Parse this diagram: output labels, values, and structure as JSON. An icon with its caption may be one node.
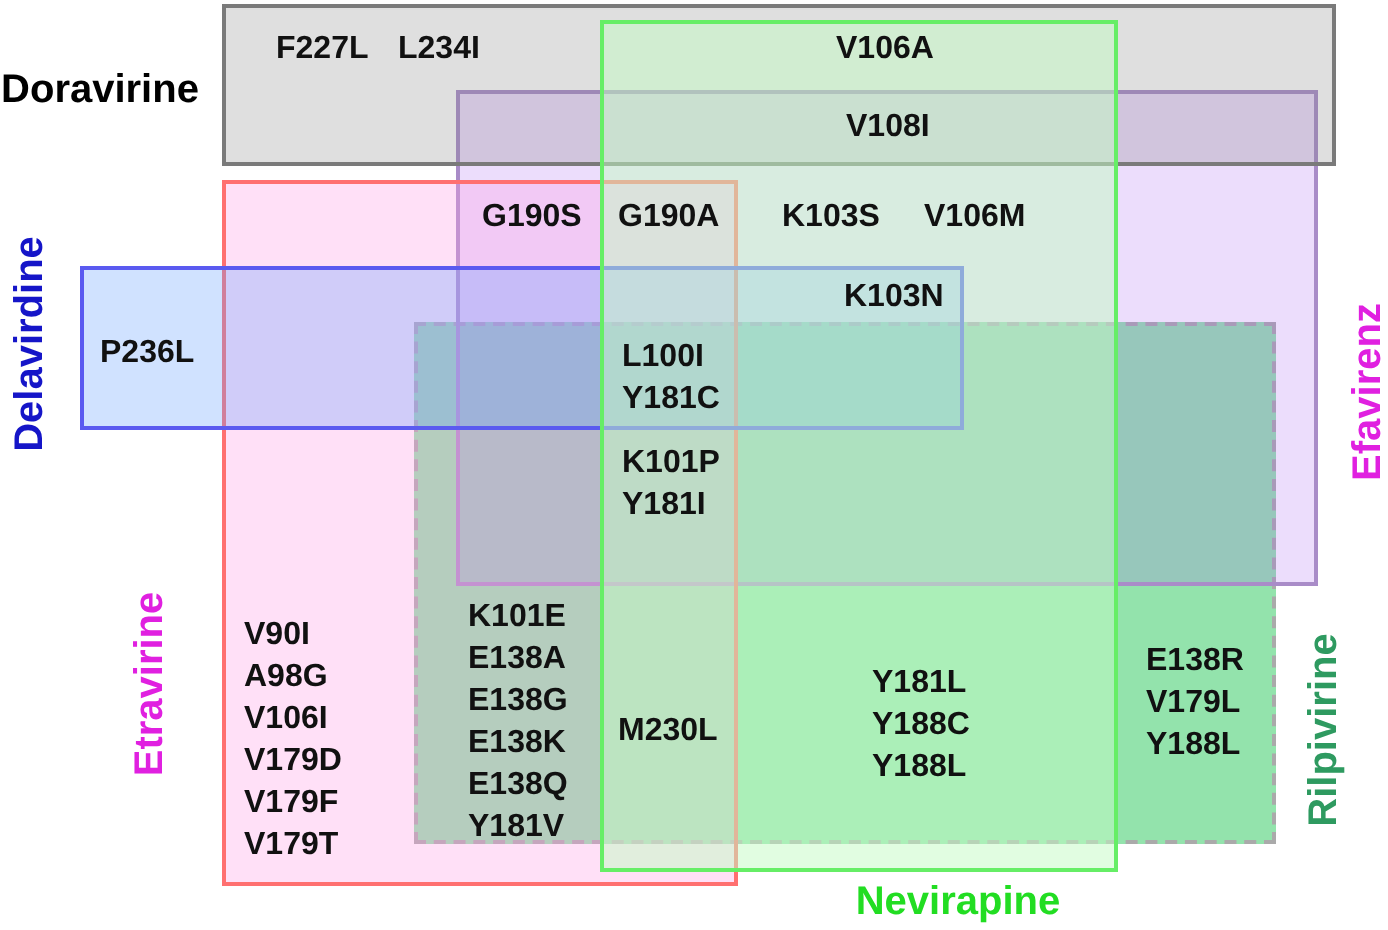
{
  "diagram": {
    "nodes": [
      {
        "text": [
          "Doravirine"
        ]
      },
      {
        "text": [
          "Nevirapine"
        ]
      },
      {
        "text": [
          "Efavirenz"
        ]
      },
      {
        "text": [
          "Etravirine"
        ]
      },
      {
        "text": [
          "Delavirdine"
        ]
      },
      {
        "text": [
          "Rilpivirine"
        ]
      }
    ],
    "labels": [
      "F227L",
      "L234I",
      "V106A",
      "V108I",
      "G190S",
      "G190A",
      "K103S",
      "V106M",
      "K103N",
      "P236L",
      "L100I Y181C",
      "K101P Y181I",
      "V90I A98G V106I V179D V179F V179T",
      "K101E E138A E138G E138K E138Q Y181V",
      "M230L",
      "Y181L Y188C Y188L",
      "E138R V179L Y188L"
    ]
  }
}
